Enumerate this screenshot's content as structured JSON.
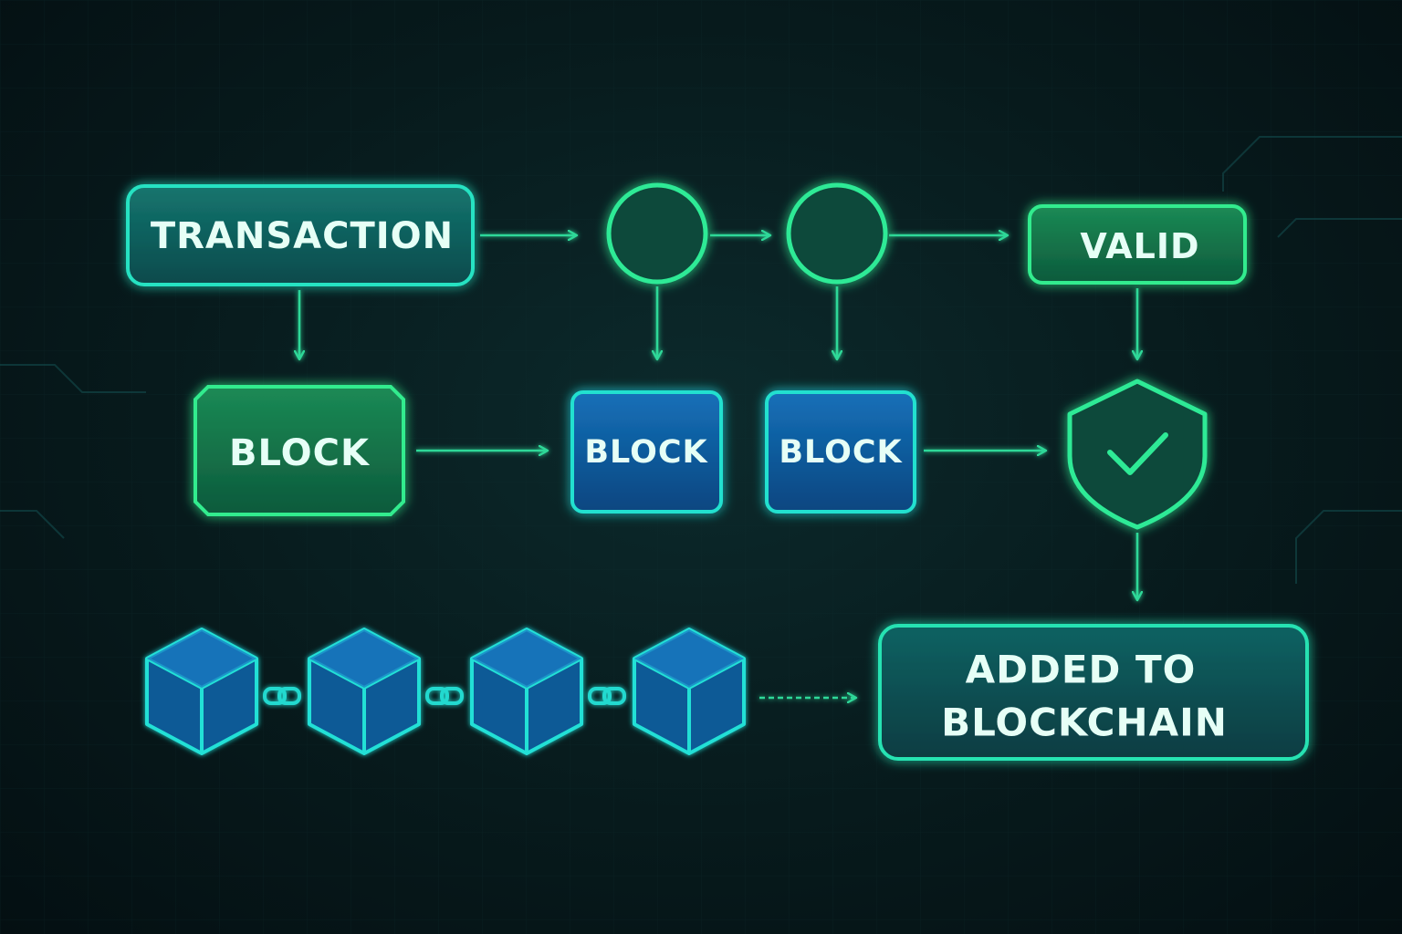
{
  "colors": {
    "background": "#061619",
    "green_accent": "#2ee89a",
    "teal_accent": "#23e6c8",
    "blue_block": "#0e5a9e",
    "label_text": "#e6fff6"
  },
  "nodes": {
    "transaction": {
      "label": "TRANSACTION"
    },
    "block_main": {
      "label": "BLOCK"
    },
    "block_2": {
      "label": "BLOCK"
    },
    "block_3": {
      "label": "BLOCK"
    },
    "valid": {
      "label": "VALID"
    },
    "added": {
      "line1": "ADDED TO",
      "line2": "BLOCKCHAIN"
    }
  },
  "icons": {
    "verify": "shield-check-icon",
    "chain": "chained-cubes-icon",
    "nodes": "circle-node-icon"
  }
}
